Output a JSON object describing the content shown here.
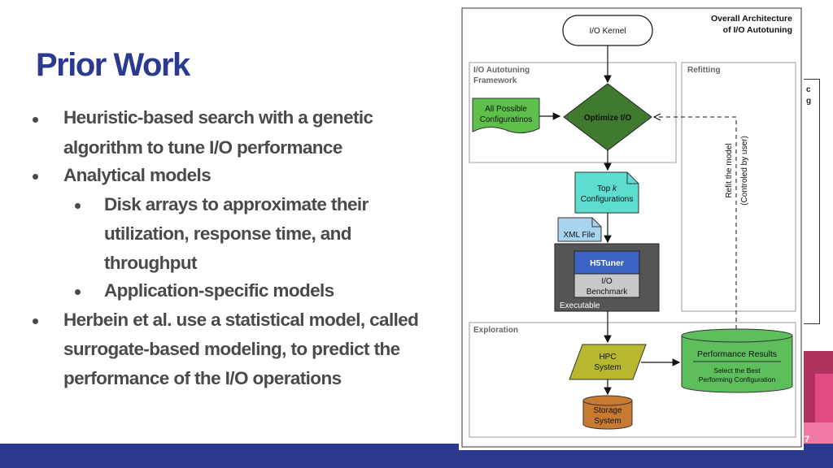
{
  "slide": {
    "title": "Prior Work",
    "page_number": "7",
    "bullets": [
      {
        "level": 1,
        "lines": [
          "Heuristic-based search with a genetic",
          "algorithm to tune I/O performance"
        ]
      },
      {
        "level": 1,
        "lines": [
          "Analytical models"
        ]
      },
      {
        "level": 2,
        "lines": [
          "Disk arrays to approximate their",
          "utilization, response time, and",
          "throughput"
        ]
      },
      {
        "level": 2,
        "lines": [
          "Application-specific models"
        ]
      },
      {
        "level": 1,
        "lines": [
          "Herbein et al. use a statistical model, called",
          "surrogate-based modeling, to predict the",
          "performance of the I/O operations"
        ]
      }
    ],
    "side_letters": [
      "c",
      "g"
    ]
  },
  "figure": {
    "title_line1": "Overall Architecture",
    "title_line2": "of I/O Autotuning",
    "io_kernel": "I/O Kernel",
    "framework_label_1": "I/O Autotuning",
    "framework_label_2": "Framework",
    "refitting_label": "Refitting",
    "all_possible_1": "All Possible",
    "all_possible_2": "Configuratinos",
    "optimize": "Optimize I/O",
    "refit_1": "Refit the model",
    "refit_2": "(Controled by user)",
    "topk_1": "Top",
    "topk_k": "k",
    "topk_2": "Configurations",
    "xml_file": "XML File",
    "h5tuner": "H5Tuner",
    "io_bench_1": "I/O",
    "io_bench_2": "Benchmark",
    "executable": "Executable",
    "exploration": "Exploration",
    "hpc_1": "HPC",
    "hpc_2": "System",
    "perf_results": "Performance Results",
    "select_best_1": "Select the Best",
    "select_best_2": "Performing Configuration",
    "storage_1": "Storage",
    "storage_2": "System",
    "colors": {
      "optimize_fill": "#3f7a2f",
      "all_possible_fill": "#5cc04a",
      "topk_fill": "#5ddcd0",
      "xml_fill": "#a8d4f0",
      "h5tuner_fill": "#3a63c4",
      "executable_fill": "#555555",
      "hpc_fill": "#b8b82e",
      "perf_fill": "#5cbf5c",
      "storage_fill": "#c87a30"
    }
  }
}
